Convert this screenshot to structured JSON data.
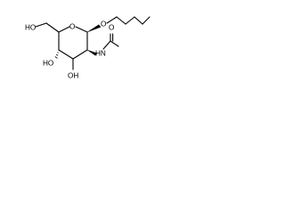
{
  "molecule": {
    "atoms": {
      "ring_oxygen": "O",
      "glycosidic_oxygen": "O",
      "c6_hydroxyl": "HO",
      "c4_hydroxyl": "HO",
      "c3_hydroxyl": "OH",
      "amide_nitrogen": "HN",
      "carbonyl_oxygen": "O"
    }
  },
  "colors": {
    "bond": "#000000",
    "label": "#000000",
    "background": "#ffffff"
  }
}
